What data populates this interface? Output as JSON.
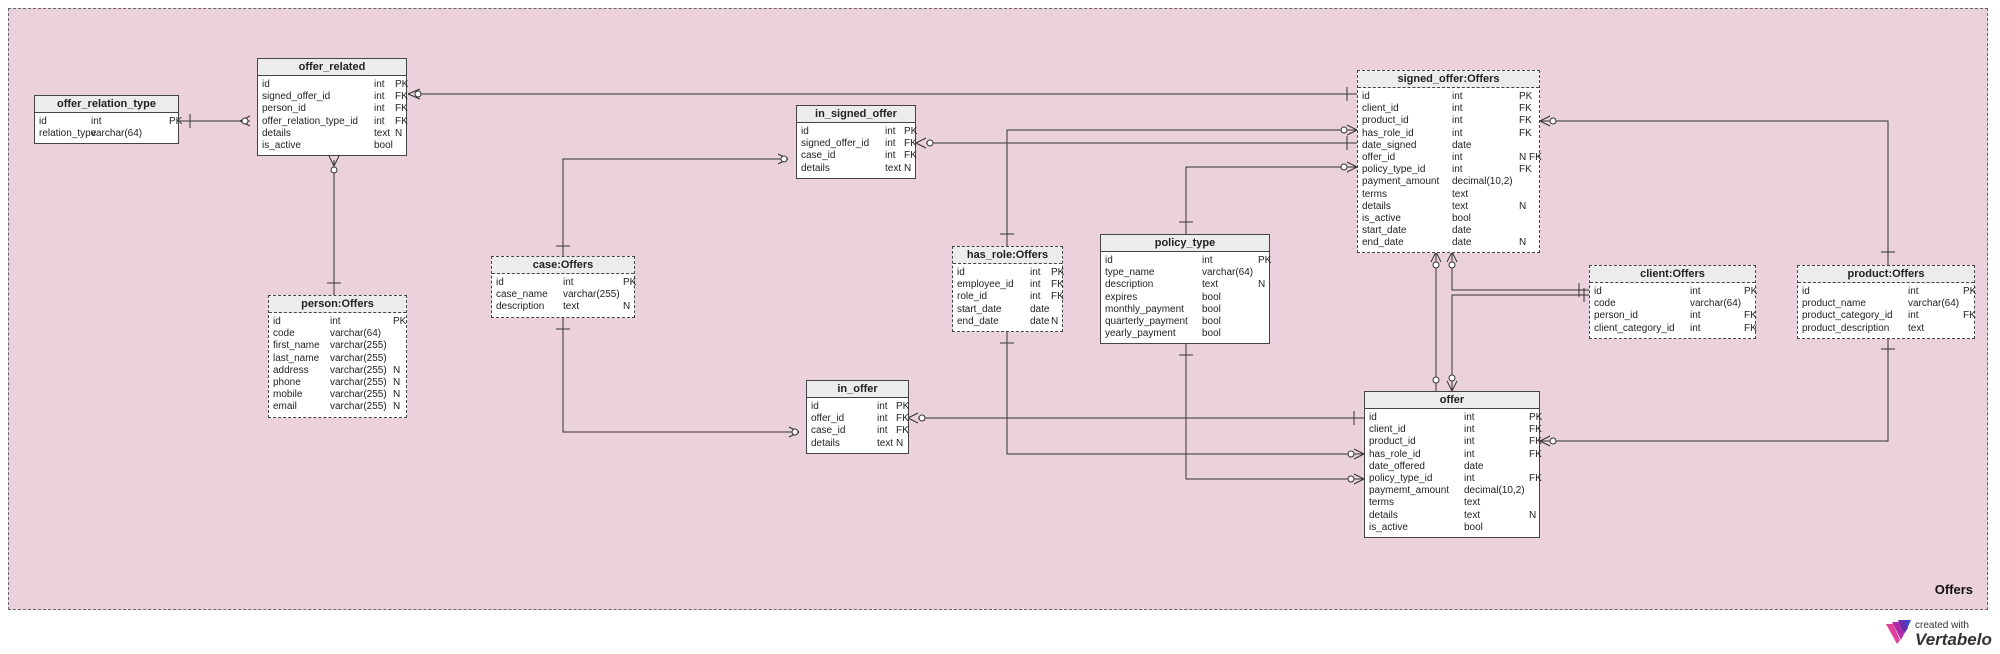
{
  "area": {
    "name": "Offers"
  },
  "logo": {
    "line1": "created with",
    "line2": "Vertabelo"
  },
  "tables": [
    {
      "key": "offer_relation_type",
      "name": "offer_relation_type",
      "external": false,
      "columns": [
        [
          "id",
          "int",
          "PK"
        ],
        [
          "relation_type",
          "varchar(64)",
          ""
        ]
      ]
    },
    {
      "key": "offer_related",
      "name": "offer_related",
      "external": false,
      "columns": [
        [
          "id",
          "int",
          "PK"
        ],
        [
          "signed_offer_id",
          "int",
          "FK"
        ],
        [
          "person_id",
          "int",
          "FK"
        ],
        [
          "offer_relation_type_id",
          "int",
          "FK"
        ],
        [
          "details",
          "text",
          "N"
        ],
        [
          "is_active",
          "bool",
          ""
        ]
      ]
    },
    {
      "key": "person",
      "name": "person:Offers",
      "external": true,
      "columns": [
        [
          "id",
          "int",
          "PK"
        ],
        [
          "code",
          "varchar(64)",
          ""
        ],
        [
          "first_name",
          "varchar(255)",
          ""
        ],
        [
          "last_name",
          "varchar(255)",
          ""
        ],
        [
          "address",
          "varchar(255)",
          "N"
        ],
        [
          "phone",
          "varchar(255)",
          "N"
        ],
        [
          "mobile",
          "varchar(255)",
          "N"
        ],
        [
          "email",
          "varchar(255)",
          "N"
        ]
      ]
    },
    {
      "key": "in_signed_offer",
      "name": "in_signed_offer",
      "external": false,
      "columns": [
        [
          "id",
          "int",
          "PK"
        ],
        [
          "signed_offer_id",
          "int",
          "FK"
        ],
        [
          "case_id",
          "int",
          "FK"
        ],
        [
          "details",
          "text",
          "N"
        ]
      ]
    },
    {
      "key": "case",
      "name": "case:Offers",
      "external": true,
      "columns": [
        [
          "id",
          "int",
          "PK"
        ],
        [
          "case_name",
          "varchar(255)",
          ""
        ],
        [
          "description",
          "text",
          "N"
        ]
      ]
    },
    {
      "key": "in_offer",
      "name": "in_offer",
      "external": false,
      "columns": [
        [
          "id",
          "int",
          "PK"
        ],
        [
          "offer_id",
          "int",
          "FK"
        ],
        [
          "case_id",
          "int",
          "FK"
        ],
        [
          "details",
          "text",
          "N"
        ]
      ]
    },
    {
      "key": "has_role",
      "name": "has_role:Offers",
      "external": true,
      "columns": [
        [
          "id",
          "int",
          "PK"
        ],
        [
          "employee_id",
          "int",
          "FK"
        ],
        [
          "role_id",
          "int",
          "FK"
        ],
        [
          "start_date",
          "date",
          ""
        ],
        [
          "end_date",
          "date",
          "N"
        ]
      ]
    },
    {
      "key": "policy_type",
      "name": "policy_type",
      "external": false,
      "columns": [
        [
          "id",
          "int",
          "PK"
        ],
        [
          "type_name",
          "varchar(64)",
          ""
        ],
        [
          "description",
          "text",
          "N"
        ],
        [
          "expires",
          "bool",
          ""
        ],
        [
          "monthly_payment",
          "bool",
          ""
        ],
        [
          "quarterly_payment",
          "bool",
          ""
        ],
        [
          "yearly_payment",
          "bool",
          ""
        ]
      ]
    },
    {
      "key": "signed_offer",
      "name": "signed_offer:Offers",
      "external": true,
      "columns": [
        [
          "id",
          "int",
          "PK"
        ],
        [
          "client_id",
          "int",
          "FK"
        ],
        [
          "product_id",
          "int",
          "FK"
        ],
        [
          "has_role_id",
          "int",
          "FK"
        ],
        [
          "date_signed",
          "date",
          ""
        ],
        [
          "offer_id",
          "int",
          "N FK"
        ],
        [
          "policy_type_id",
          "int",
          "FK"
        ],
        [
          "payment_amount",
          "decimal(10,2)",
          ""
        ],
        [
          "terms",
          "text",
          ""
        ],
        [
          "details",
          "text",
          "N"
        ],
        [
          "is_active",
          "bool",
          ""
        ],
        [
          "start_date",
          "date",
          ""
        ],
        [
          "end_date",
          "date",
          "N"
        ]
      ]
    },
    {
      "key": "client",
      "name": "client:Offers",
      "external": true,
      "columns": [
        [
          "id",
          "int",
          "PK"
        ],
        [
          "code",
          "varchar(64)",
          ""
        ],
        [
          "person_id",
          "int",
          "FK"
        ],
        [
          "client_category_id",
          "int",
          "FK"
        ]
      ]
    },
    {
      "key": "product",
      "name": "product:Offers",
      "external": true,
      "columns": [
        [
          "id",
          "int",
          "PK"
        ],
        [
          "product_name",
          "varchar(64)",
          ""
        ],
        [
          "product_category_id",
          "int",
          "FK"
        ],
        [
          "product_description",
          "text",
          ""
        ]
      ]
    },
    {
      "key": "offer",
      "name": "offer",
      "external": false,
      "columns": [
        [
          "id",
          "int",
          "PK"
        ],
        [
          "client_id",
          "int",
          "FK"
        ],
        [
          "product_id",
          "int",
          "FK"
        ],
        [
          "has_role_id",
          "int",
          "FK"
        ],
        [
          "date_offered",
          "date",
          ""
        ],
        [
          "policy_type_id",
          "int",
          "FK"
        ],
        [
          "paymemt_amount",
          "decimal(10,2)",
          ""
        ],
        [
          "terms",
          "text",
          ""
        ],
        [
          "details",
          "text",
          "N"
        ],
        [
          "is_active",
          "bool",
          ""
        ]
      ]
    }
  ]
}
